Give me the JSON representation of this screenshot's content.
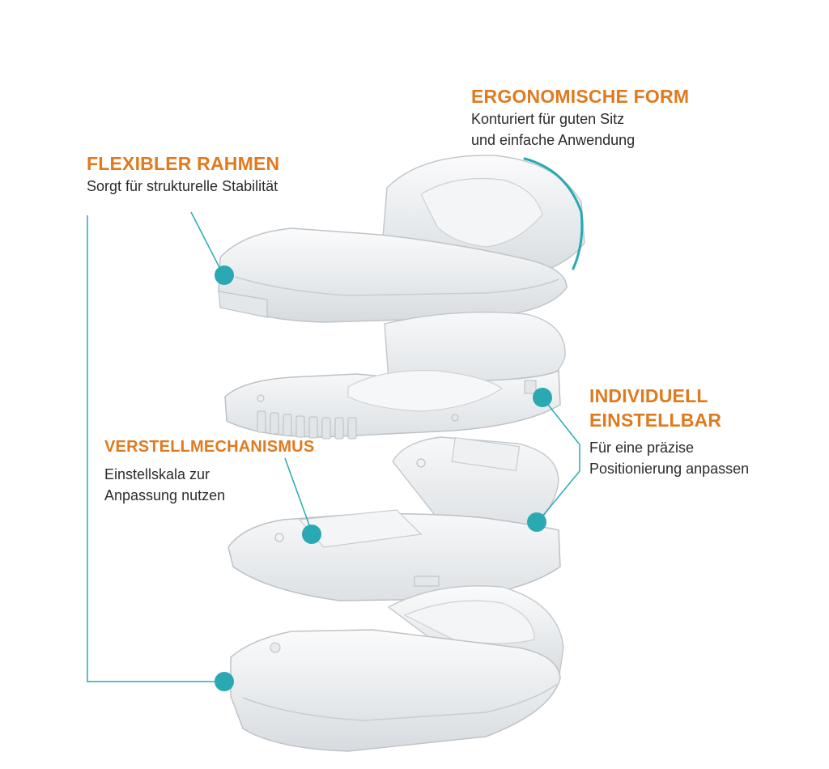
{
  "labels": {
    "ergonomic": {
      "title": "ERGONOMISCHE FORM",
      "desc_lines": [
        "Konturiert für guten Sitz",
        "und einfache Anwendung"
      ]
    },
    "flexible": {
      "title": "FLEXIBLER RAHMEN",
      "desc_lines": [
        "Sorgt für strukturelle Stabilität"
      ]
    },
    "adjustable": {
      "title_lines": [
        "INDIVIDUELL",
        "EINSTELLBAR"
      ],
      "desc_lines": [
        "Für eine präzise",
        "Positionierung anpassen"
      ]
    },
    "mechanism": {
      "title": "VERSTELLMECHANISMUS",
      "desc_lines": [
        "Einstellskala zur",
        "Anpassung nutzen"
      ]
    }
  },
  "colors": {
    "title": "#e07a1f",
    "text": "#2b2b2b",
    "accent": "#2aa9b3",
    "part_fill": "#eef0f2",
    "part_stroke": "#bfc4c8"
  },
  "icons": [
    "callout-dot-icon",
    "leader-line",
    "curved-arc"
  ]
}
